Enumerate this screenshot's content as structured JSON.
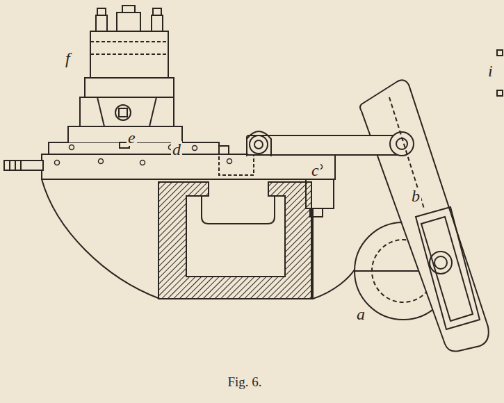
{
  "diagram": {
    "caption": "Fig. 6.",
    "labels": [
      "f",
      "e",
      "d",
      "c",
      "b",
      "a",
      "i"
    ]
  }
}
